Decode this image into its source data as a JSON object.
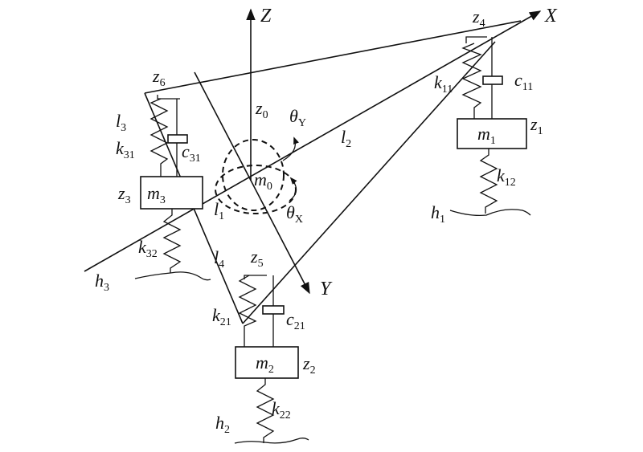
{
  "axes": {
    "x": {
      "base": "X"
    },
    "y": {
      "base": "Y"
    },
    "z": {
      "base": "Z"
    }
  },
  "labels": {
    "z0": {
      "base": "z",
      "sub": "0"
    },
    "z1": {
      "base": "z",
      "sub": "1"
    },
    "z2": {
      "base": "z",
      "sub": "2"
    },
    "z3": {
      "base": "z",
      "sub": "3"
    },
    "z4": {
      "base": "z",
      "sub": "4"
    },
    "z5": {
      "base": "z",
      "sub": "5"
    },
    "z6": {
      "base": "z",
      "sub": "6"
    },
    "m0": {
      "base": "m",
      "sub": "0"
    },
    "m1": {
      "base": "m",
      "sub": "1"
    },
    "m2": {
      "base": "m",
      "sub": "2"
    },
    "m3": {
      "base": "m",
      "sub": "3"
    },
    "k11": {
      "base": "k",
      "sub": "11"
    },
    "k12": {
      "base": "k",
      "sub": "12"
    },
    "k21": {
      "base": "k",
      "sub": "21"
    },
    "k22": {
      "base": "k",
      "sub": "22"
    },
    "k31": {
      "base": "k",
      "sub": "31"
    },
    "k32": {
      "base": "k",
      "sub": "32"
    },
    "c11": {
      "base": "c",
      "sub": "11"
    },
    "c21": {
      "base": "c",
      "sub": "21"
    },
    "c31": {
      "base": "c",
      "sub": "31"
    },
    "l1": {
      "base": "l",
      "sub": "1"
    },
    "l2": {
      "base": "l",
      "sub": "2"
    },
    "l3": {
      "base": "l",
      "sub": "3"
    },
    "l4": {
      "base": "l",
      "sub": "4"
    },
    "h1": {
      "base": "h",
      "sub": "1"
    },
    "h2": {
      "base": "h",
      "sub": "2"
    },
    "h3": {
      "base": "h",
      "sub": "3"
    },
    "thetaX": {
      "base": "θ",
      "sub": "X"
    },
    "thetaY": {
      "base": "θ",
      "sub": "Y"
    }
  }
}
